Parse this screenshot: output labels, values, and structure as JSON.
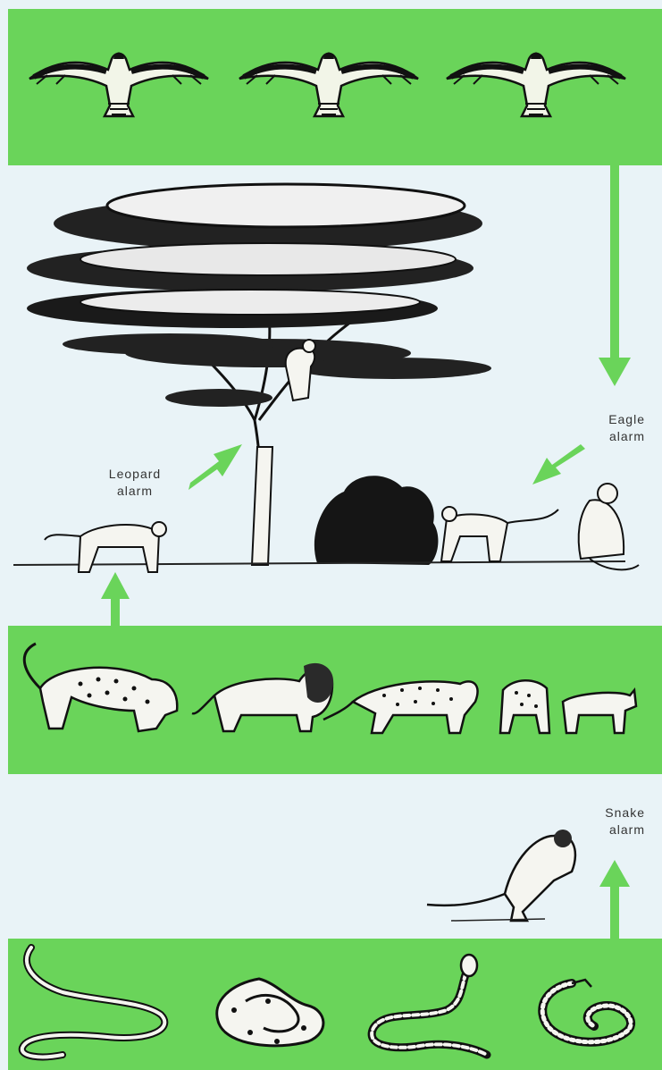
{
  "colors": {
    "band_green": "#6ad45a",
    "arrow_green": "#6ad45a",
    "panel_bg": "#e9f3f7",
    "ink": "#111111"
  },
  "labels": {
    "leopard": {
      "line1": "Leopard",
      "line2": "alarm"
    },
    "eagle": {
      "line1": "Eagle",
      "line2": "alarm"
    },
    "snake": {
      "line1": "Snake",
      "line2": "alarm"
    }
  },
  "illustrations": {
    "predators_air": [
      "eagle-icon",
      "eagle-icon",
      "eagle-icon"
    ],
    "predators_ground": [
      "leopard-icon",
      "lion-icon",
      "cheetah-icon",
      "hyena-icon",
      "jackal-icon"
    ],
    "predators_snake": [
      "snake-icon",
      "python-icon",
      "snake-icon",
      "viper-icon"
    ],
    "scene": [
      "acacia-tree-icon",
      "bush-icon",
      "monkey-icon"
    ]
  }
}
